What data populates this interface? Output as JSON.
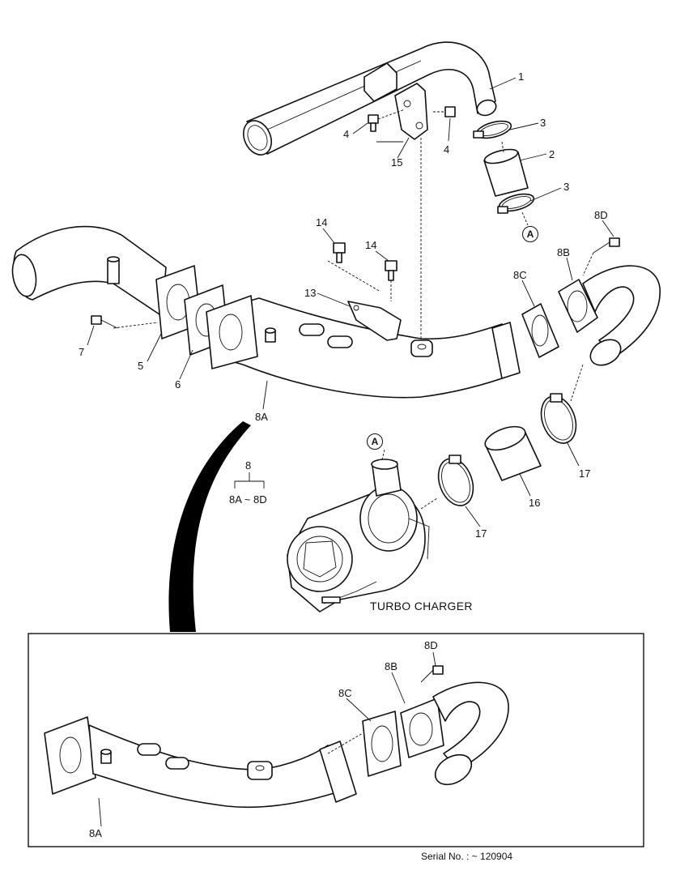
{
  "diagram": {
    "caption": "TURBO CHARGER",
    "serial": "Serial No. : ~ 120904",
    "group_label": "8",
    "group_range": "8A ~ 8D",
    "detail_tag": "A",
    "callouts": {
      "p1": "1",
      "p2": "2",
      "p3a": "3",
      "p3b": "3",
      "p4a": "4",
      "p4b": "4",
      "p5": "5",
      "p6": "6",
      "p7": "7",
      "p8a": "8A",
      "p8b": "8B",
      "p8c": "8C",
      "p8d": "8D",
      "p13": "13",
      "p14a": "14",
      "p14b": "14",
      "p15": "15",
      "p16": "16",
      "p17a": "17",
      "p17b": "17",
      "d8a": "8A",
      "d8b": "8B",
      "d8c": "8C",
      "d8d": "8D"
    }
  }
}
